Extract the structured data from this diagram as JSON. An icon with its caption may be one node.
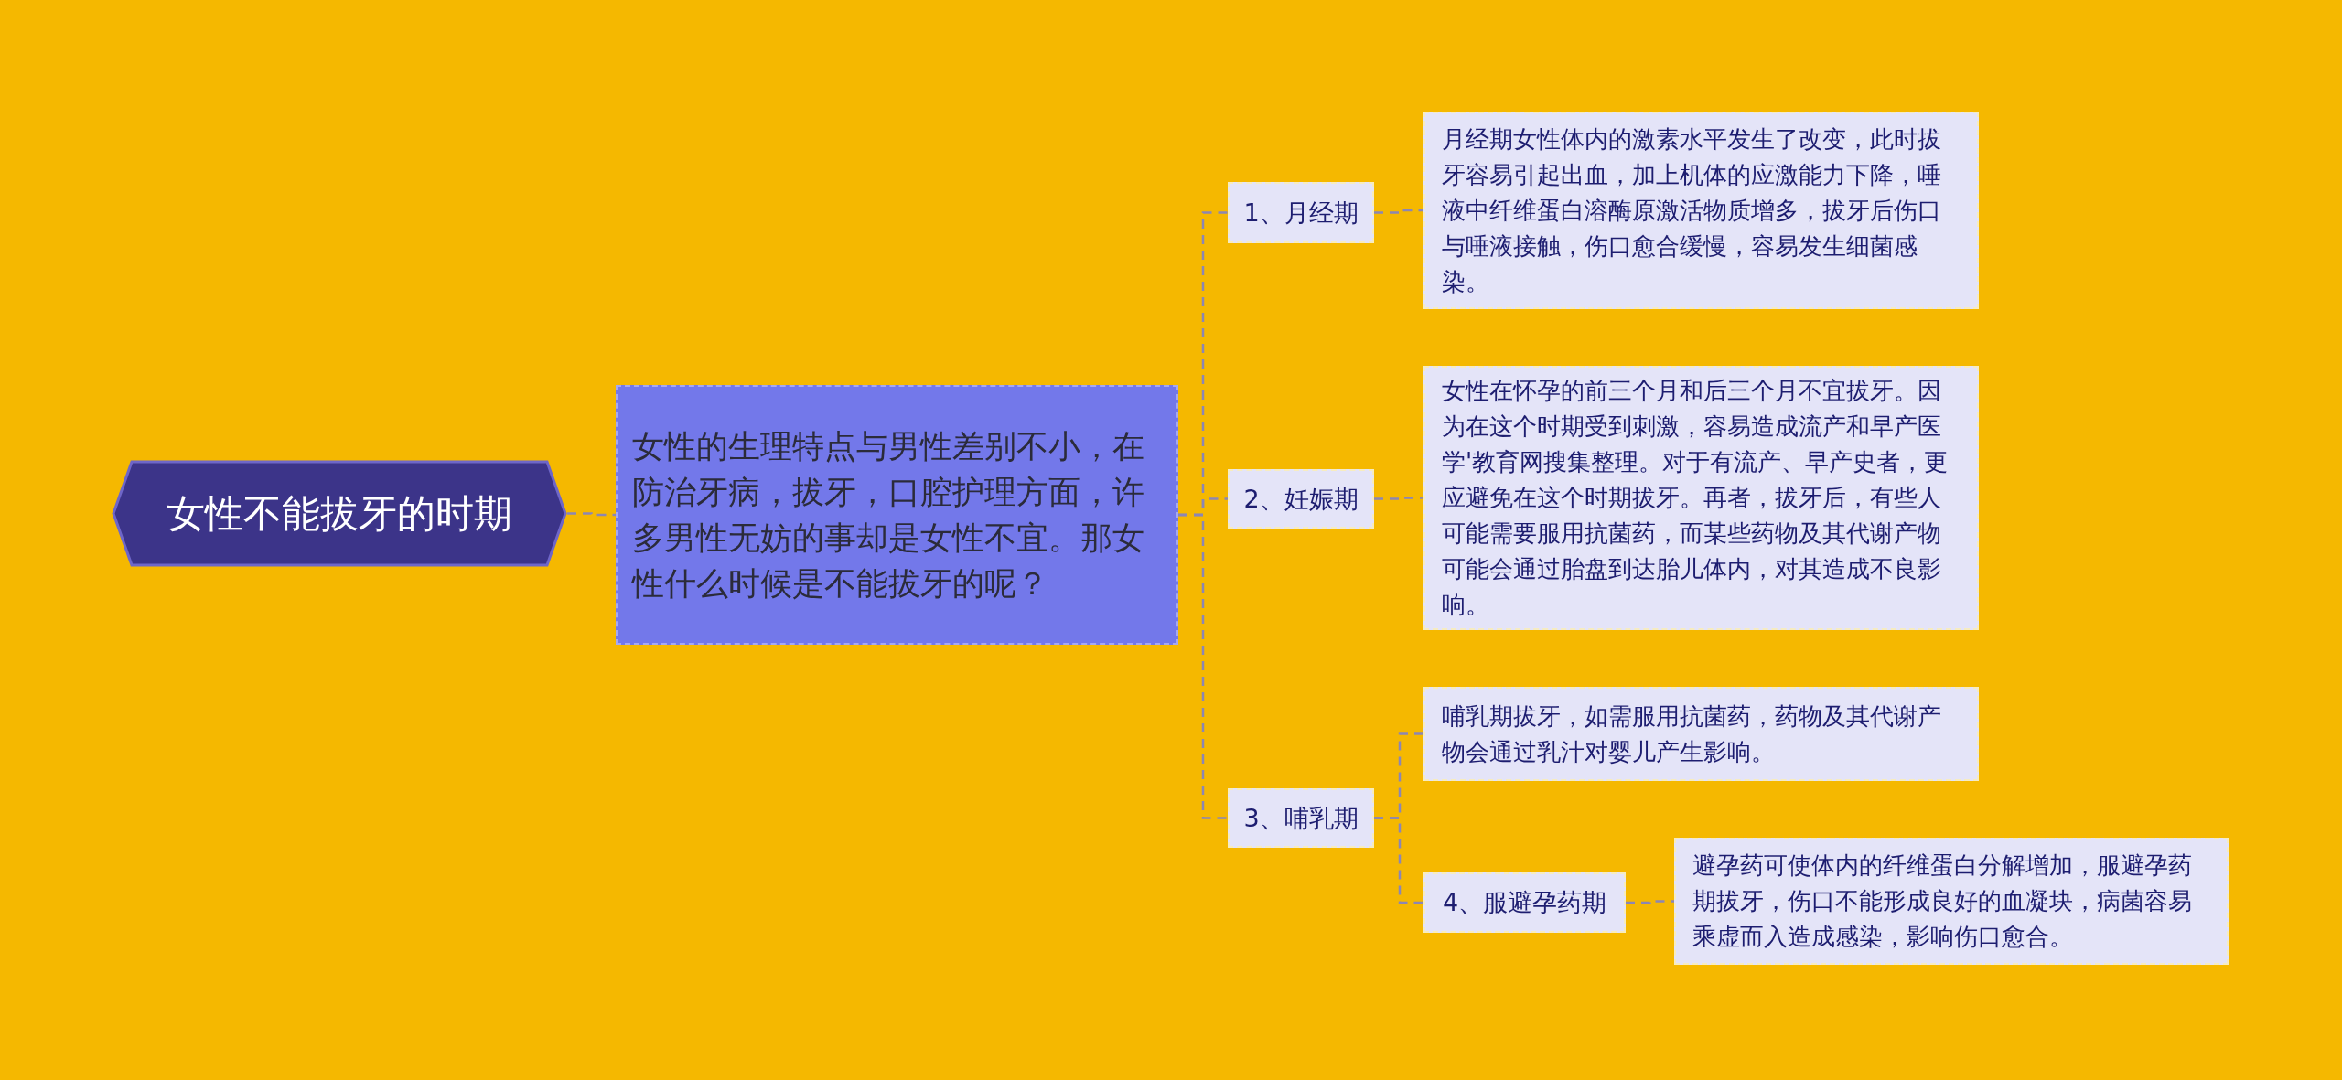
{
  "diagram": {
    "nodes": [
      {
        "text": [
          "女性不能拔牙的时期"
        ]
      },
      {
        "text": [
          "女性的生理特点与男性差别不小，在防治牙病，拔牙，口腔护理方面，许多男性无妨的事却是女性不宜。那女性什么时候是不能拔牙的呢？"
        ]
      },
      {
        "text": [
          "1、月经期"
        ]
      },
      {
        "text": [
          "月经期女性体内的激素水平发生了改变，此时拔牙容易引起出血，加上机体的应激能力下降，唾液中纤维蛋白溶酶原激活物质增多，拔牙后伤口与唾液接触，伤口愈合缓慢，容易发生细菌感染。"
        ]
      },
      {
        "text": [
          "2、妊娠期"
        ]
      },
      {
        "text": [
          "女性在怀孕的前三个月和后三个月不宜拔牙。因为在这个时期受到刺激，容易造成流产和早产医学'教育网搜集整理。对于有流产、早产史者，更应避免在这个时期拔牙。再者，拔牙后，有些人可能需要服用抗菌药，而某些药物及其代谢产物可能会通过胎盘到达胎儿体内，对其造成不良影响。"
        ]
      },
      {
        "text": [
          "3、哺乳期"
        ]
      },
      {
        "text": [
          "哺乳期拔牙，如需服用抗菌药，药物及其代谢产物会通过乳汁对婴儿产生影响。"
        ]
      },
      {
        "text": [
          "4、服避孕药期"
        ]
      },
      {
        "text": [
          "避孕药可使体内的纤维蛋白分解增加，服避孕药期拔牙，伤口不能形成良好的血凝块，病菌容易乘虚而入造成感染，影响伤口愈合。"
        ]
      }
    ],
    "edges": [
      {
        "from": 0,
        "to": 1,
        "arrow": "none",
        "style": "dashed"
      },
      {
        "from": 1,
        "to": 2,
        "arrow": "none",
        "style": "dashed"
      },
      {
        "from": 1,
        "to": 4,
        "arrow": "none",
        "style": "dashed"
      },
      {
        "from": 1,
        "to": 6,
        "arrow": "none",
        "style": "dashed"
      },
      {
        "from": 2,
        "to": 3,
        "arrow": "none",
        "style": "dashed"
      },
      {
        "from": 4,
        "to": 5,
        "arrow": "none",
        "style": "dashed"
      },
      {
        "from": 6,
        "to": 7,
        "arrow": "none",
        "style": "dashed"
      },
      {
        "from": 6,
        "to": 8,
        "arrow": "none",
        "style": "dashed"
      },
      {
        "from": 8,
        "to": 9,
        "arrow": "none",
        "style": "dashed"
      }
    ]
  }
}
